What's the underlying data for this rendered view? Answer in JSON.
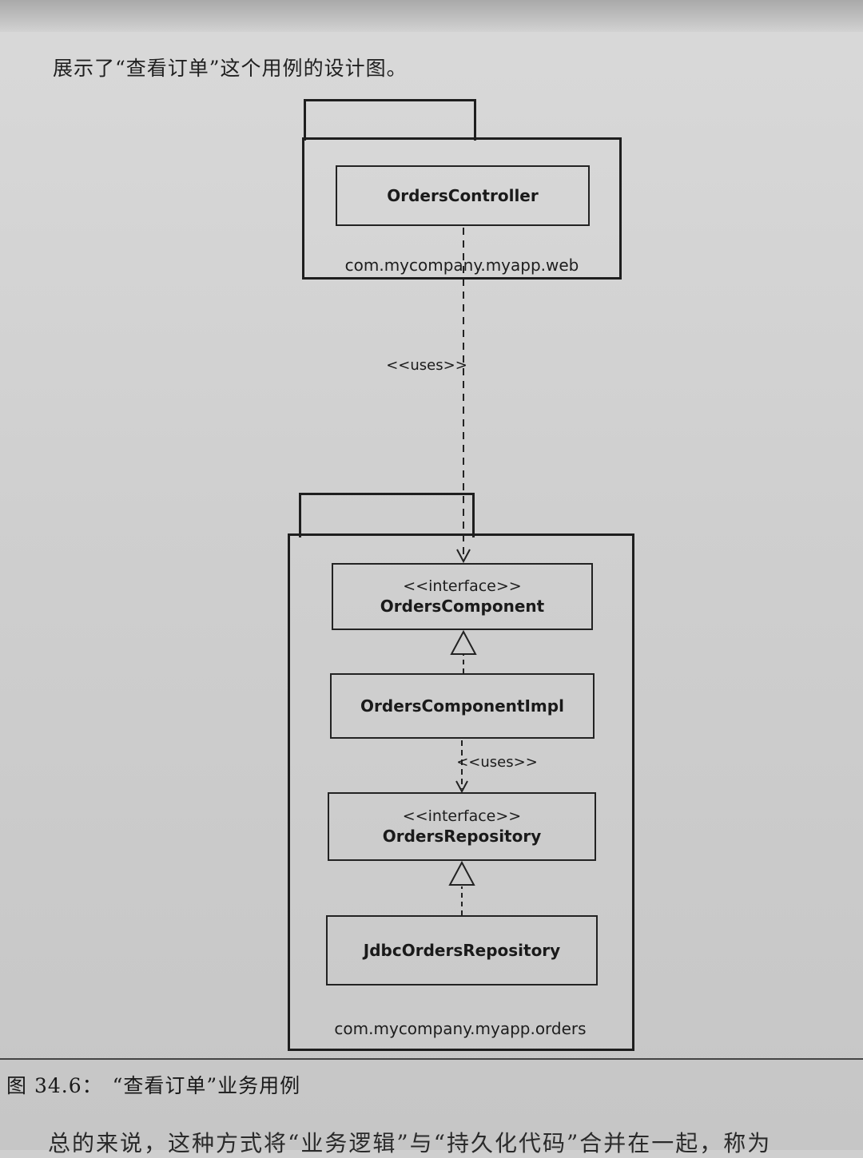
{
  "intro_text": "展示了“查看订单”这个用例的设计图。",
  "caption": {
    "number": "图 34.6：",
    "title": "“查看订单”业务用例"
  },
  "footer_text": "总的来说，这种方式将“业务逻辑”与“持久化代码”合并在一起，称为",
  "diagram": {
    "web_package": {
      "name": "com.mycompany.myapp.web",
      "classes": [
        {
          "stereotype": "",
          "name": "OrdersController"
        }
      ]
    },
    "orders_package": {
      "name": "com.mycompany.myapp.orders",
      "classes": [
        {
          "stereotype": "<<interface>>",
          "name": "OrdersComponent"
        },
        {
          "stereotype": "",
          "name": "OrdersComponentImpl"
        },
        {
          "stereotype": "<<interface>>",
          "name": "OrdersRepository"
        },
        {
          "stereotype": "",
          "name": "JdbcOrdersRepository"
        }
      ]
    },
    "uses_label_1": "<<uses>>",
    "uses_label_2": "<<uses>>"
  }
}
